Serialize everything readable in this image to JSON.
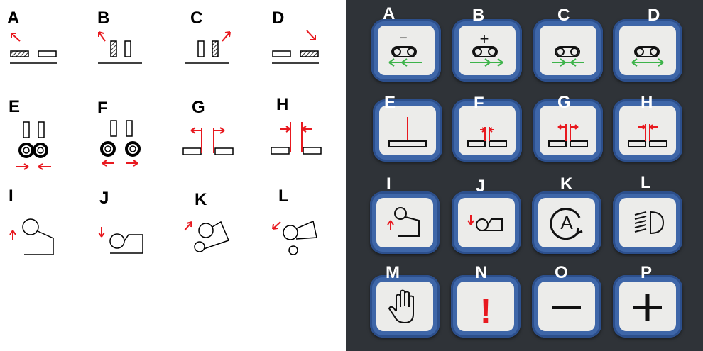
{
  "reference": {
    "labels": [
      "A",
      "B",
      "C",
      "D",
      "E",
      "F",
      "G",
      "H",
      "I",
      "J",
      "K",
      "L"
    ]
  },
  "keypad": {
    "keys": [
      {
        "label": "A",
        "glyph": "−",
        "icon": "conveyor-reverse-icon"
      },
      {
        "label": "B",
        "glyph": "+",
        "icon": "conveyor-forward-icon"
      },
      {
        "label": "C",
        "glyph": "",
        "icon": "conveyor-converge-icon"
      },
      {
        "label": "D",
        "glyph": "",
        "icon": "conveyor-diverge-icon"
      },
      {
        "label": "E",
        "glyph": "",
        "icon": "center-split-icon"
      },
      {
        "label": "F",
        "glyph": "",
        "icon": "close-arrows-icon"
      },
      {
        "label": "G",
        "glyph": "",
        "icon": "open-outward-icon"
      },
      {
        "label": "H",
        "glyph": "",
        "icon": "close-inward-icon"
      },
      {
        "label": "I",
        "glyph": "",
        "icon": "lift-up-icon"
      },
      {
        "label": "J",
        "glyph": "",
        "icon": "lower-down-icon"
      },
      {
        "label": "K",
        "glyph": "A",
        "icon": "auto-mode-icon"
      },
      {
        "label": "L",
        "glyph": "",
        "icon": "headlight-icon"
      },
      {
        "label": "M",
        "glyph": "",
        "icon": "stop-hand-icon"
      },
      {
        "label": "N",
        "glyph": "!",
        "icon": "alert-icon"
      },
      {
        "label": "O",
        "glyph": "−",
        "icon": "minus-icon"
      },
      {
        "label": "P",
        "glyph": "+",
        "icon": "plus-icon"
      }
    ]
  },
  "colors": {
    "arrow": "#e8191f",
    "green": "#3db34a",
    "key_blue": "#3e66a8",
    "panel": "#2f3338"
  }
}
